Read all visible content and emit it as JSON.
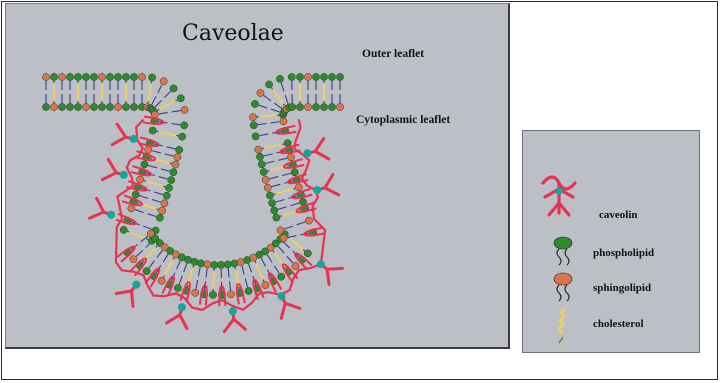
{
  "diagram": {
    "title": "Caveolae",
    "labels": {
      "outer_leaflet": "Outer leaflet",
      "cytoplasmic_leaflet": "Cytoplasmic leaflet"
    }
  },
  "legend": {
    "items": [
      {
        "label": "caveolin",
        "icon": "caveolin-icon"
      },
      {
        "label": "phospholipid",
        "icon": "phospholipid-icon"
      },
      {
        "label": "sphingolipid",
        "icon": "sphingolipid-icon"
      },
      {
        "label": "cholesterol",
        "icon": "cholesterol-icon"
      }
    ]
  },
  "colors": {
    "panel_bg": "#bcbfc6",
    "phospholipid_head": "#2f8a2f",
    "sphingolipid_head": "#d9744e",
    "cholesterol": "#e7cf6a",
    "caveolin": "#e8324f",
    "caveolin_core": "#1aa39a",
    "tail": "#3a3f88"
  }
}
